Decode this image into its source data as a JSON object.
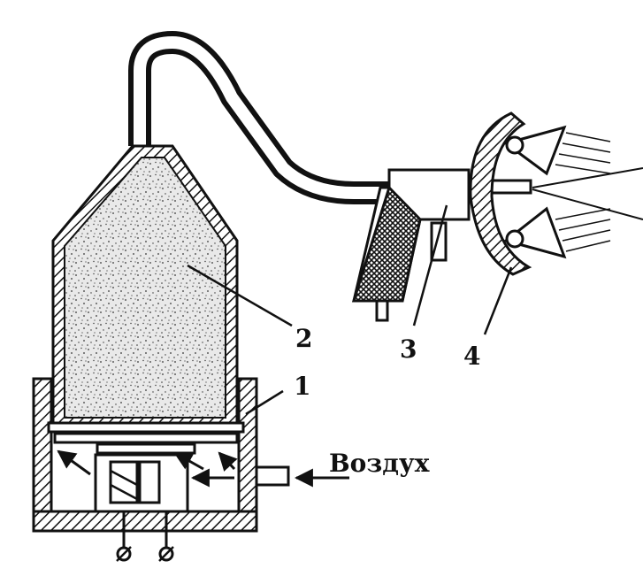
{
  "diagram": {
    "labels": {
      "l1": "1",
      "l2": "2",
      "l3": "3",
      "l4": "4",
      "air": "Воздух"
    },
    "colors": {
      "ink": "#111111",
      "paper": "#ffffff"
    }
  }
}
